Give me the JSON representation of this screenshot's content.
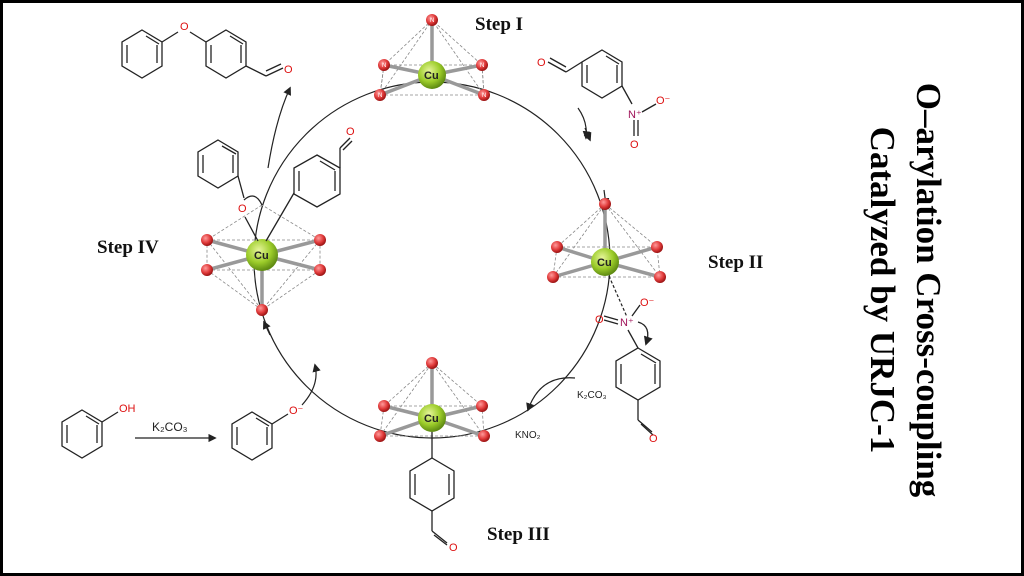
{
  "title": {
    "line1": "O–arylation Cross-coupling",
    "line2": "Catalyzed by URJC-1"
  },
  "steps": {
    "s1": "Step I",
    "s2": "Step II",
    "s3": "Step III",
    "s4": "Step IV"
  },
  "atoms": {
    "cu": "Cu",
    "n": "N",
    "o": "O",
    "oh": "OH",
    "o_minus": "O⁻",
    "n_plus": "N⁺"
  },
  "reagents": {
    "k2co3_left": "K₂CO₃",
    "k2co3_right": "K₂CO₃",
    "kno2": "KNO₂"
  },
  "colors": {
    "copper": "#9ccc2a",
    "nitrogen": "#e03a3a",
    "bond": "#222222",
    "nitro_label": "#a0145a"
  }
}
